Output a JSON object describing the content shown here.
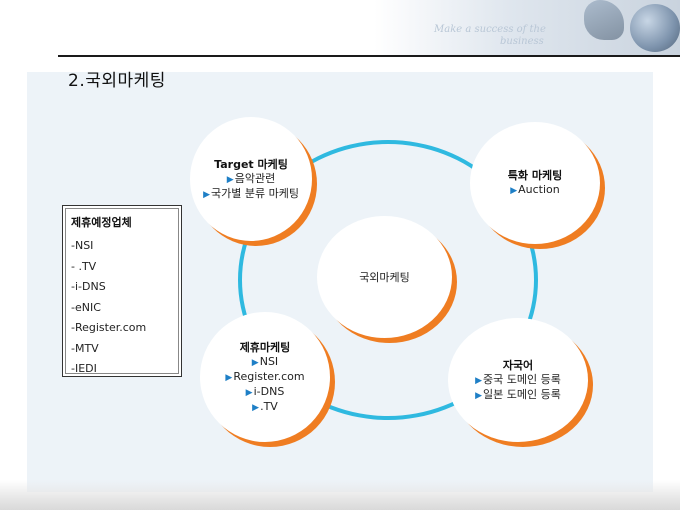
{
  "header": {
    "tagline_line1": "Make a success of the",
    "tagline_line2": "business"
  },
  "page_title": "2.국외마케팅",
  "diagram": {
    "center": {
      "label": "국외마케팅"
    },
    "top_left": {
      "title": "Target 마케팅",
      "items": [
        "음악관련",
        "국가별 분류 마케팅"
      ]
    },
    "top_right": {
      "title": "특화 마케팅",
      "items": [
        "Auction"
      ]
    },
    "bottom_left": {
      "title": "제휴마케팅",
      "items": [
        "NSI",
        "Register.com",
        "i-DNS",
        ".TV"
      ]
    },
    "bottom_right": {
      "title": "자국어",
      "items": [
        "중국 도메인 등록",
        "일본 도메인 등록"
      ]
    },
    "bullet_symbol": "▶"
  },
  "partners": {
    "title": "제휴예정업체",
    "items": [
      "-NSI",
      "- .TV",
      "-i-DNS",
      "-eNIC",
      "-Register.com",
      "-MTV",
      "-IEDI"
    ]
  },
  "colors": {
    "ring": "#2fb9e0",
    "circle_shadow": "#ef7d22",
    "bullet": "#1e7fc6",
    "panel": "#edf3f8"
  }
}
